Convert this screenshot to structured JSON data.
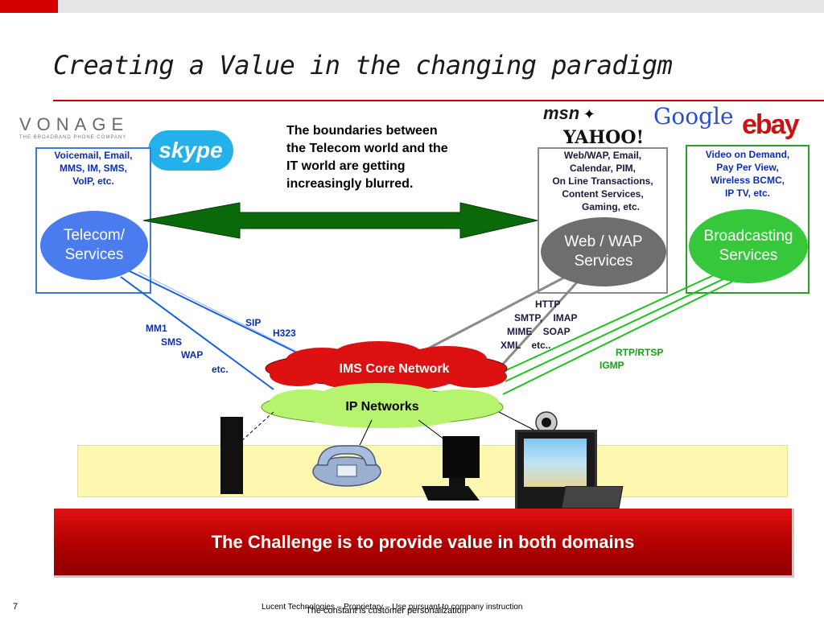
{
  "title": "Creating a Value in the changing paradigm",
  "logos": {
    "vonage": "VONAGE",
    "vonage_tagline": "THE BROADBAND PHONE COMPANY",
    "skype": "skype",
    "msn": "msn",
    "yahoo": "YAHOO!",
    "google": "Google",
    "ebay": "ebay"
  },
  "note": [
    "The boundaries between",
    "the Telecom world and the",
    "IT world are getting",
    "increasingly blurred."
  ],
  "telecom": {
    "services": [
      "Voicemail, Email,",
      "MMS, IM, SMS,",
      "VoIP, etc."
    ],
    "oval": [
      "Telecom/",
      "Services"
    ]
  },
  "web": {
    "services": [
      "Web/WAP,  Email,",
      "Calendar, PIM,",
      "On Line Transactions,",
      "Content Services,",
      "Gaming, etc."
    ],
    "oval": [
      "Web / WAP",
      "Services"
    ]
  },
  "broadcast": {
    "services": [
      "Video on Demand,",
      "Pay Per View,",
      "Wireless BCMC,",
      "IP TV, etc."
    ],
    "oval": [
      "Broadcasting",
      "Services"
    ]
  },
  "protocols": {
    "mm1": "MM1",
    "sms": "SMS",
    "wap": "WAP",
    "etc": "etc.",
    "sip": "SIP",
    "h323": "H323",
    "http": "HTTP",
    "smtp_imap": "SMTP,    IMAP",
    "mime_soap": "MIME    SOAP",
    "xml_etc": "XML    etc..",
    "rtp": "RTP/RTSP",
    "igmp": "IGMP"
  },
  "clouds": {
    "ims": "IMS Core Network",
    "ip": "IP Networks"
  },
  "banner": "The Challenge is to provide value in both domains",
  "footer": {
    "page_number": "7",
    "legal": "Lucent Technologies – Proprietary – Use pursuant to company instruction",
    "overlay": "The constant is customer personalization"
  },
  "colors": {
    "accent_red": "#d40000",
    "telecom_blue": "#4a7cf0",
    "web_gray": "#6e6e6e",
    "broadcast_green": "#36c83a",
    "arrow_green": "#0a6a0a"
  }
}
